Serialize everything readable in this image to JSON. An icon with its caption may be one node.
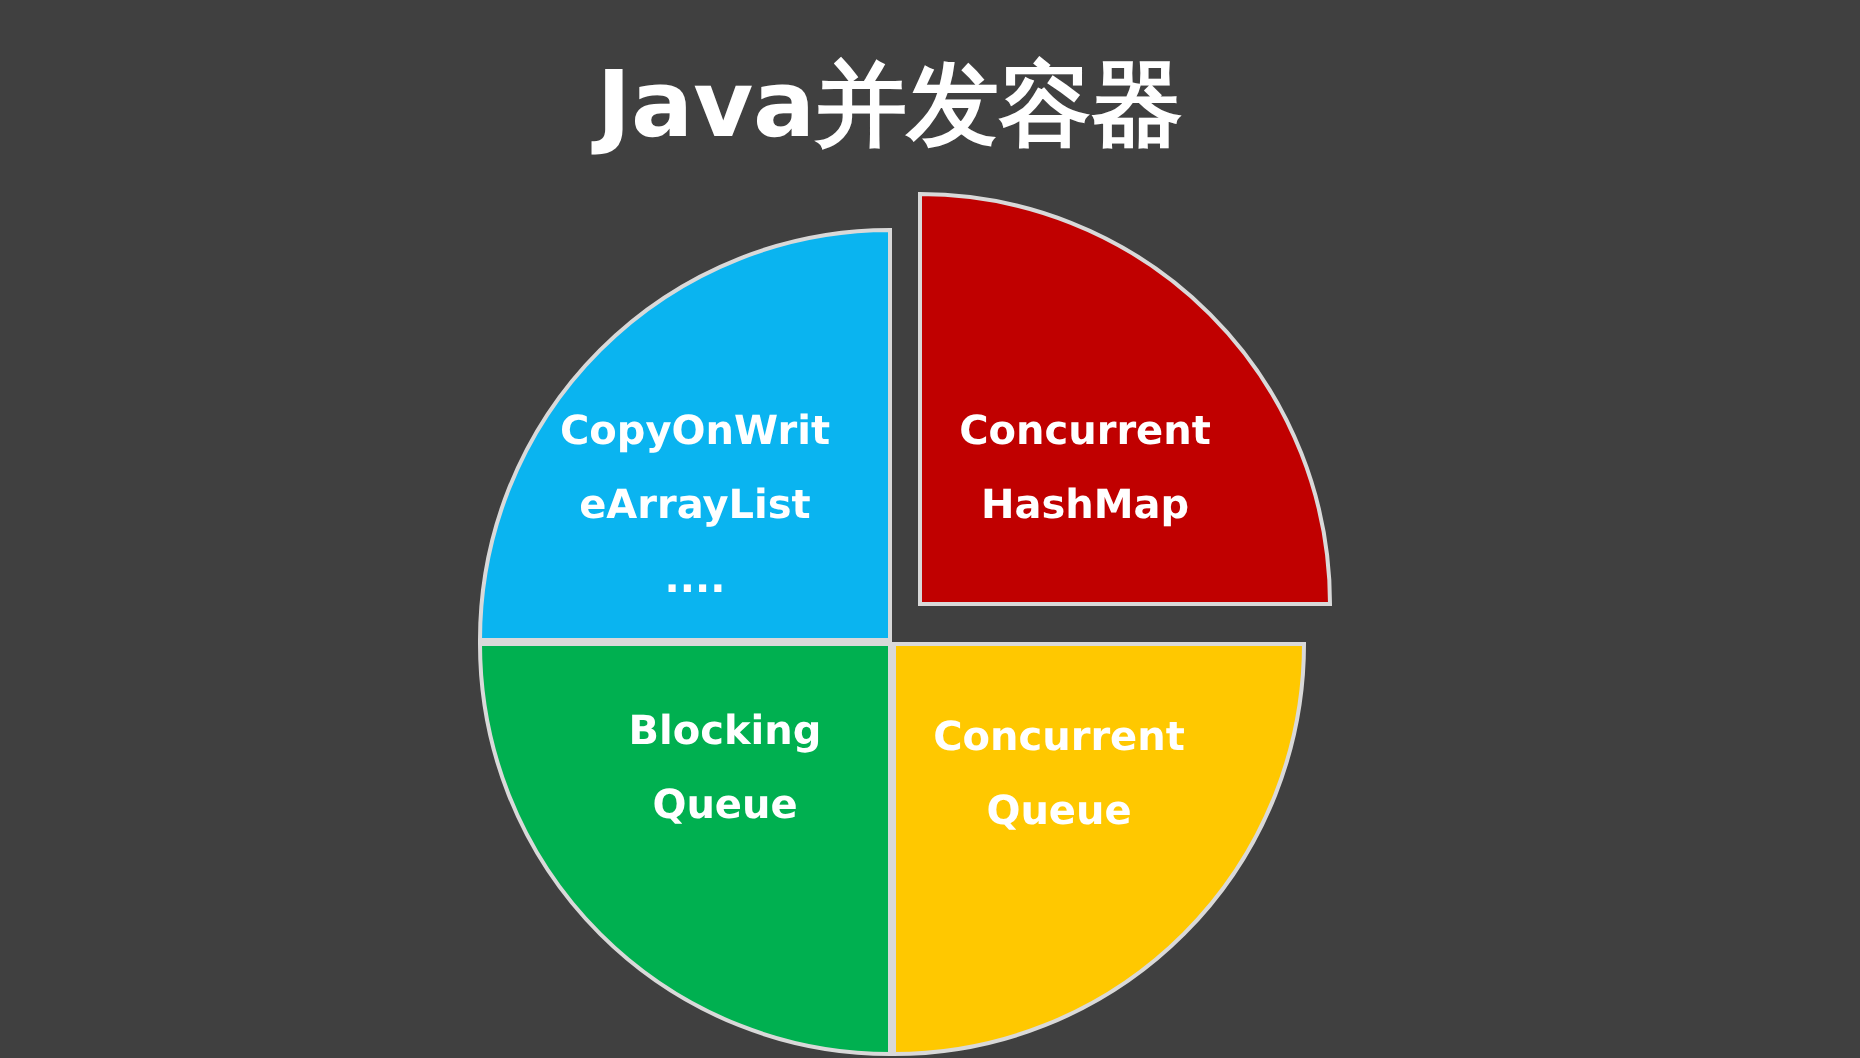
{
  "diagram": {
    "title": "Java并发容器",
    "nodes": [
      {
        "text": [
          "CopyOnWriteArrayList",
          "...."
        ]
      },
      {
        "text": [
          "Concurrent HashMap"
        ]
      },
      {
        "text": [
          "Blocking Queue"
        ]
      },
      {
        "text": [
          "Concurrent Queue"
        ]
      }
    ]
  }
}
